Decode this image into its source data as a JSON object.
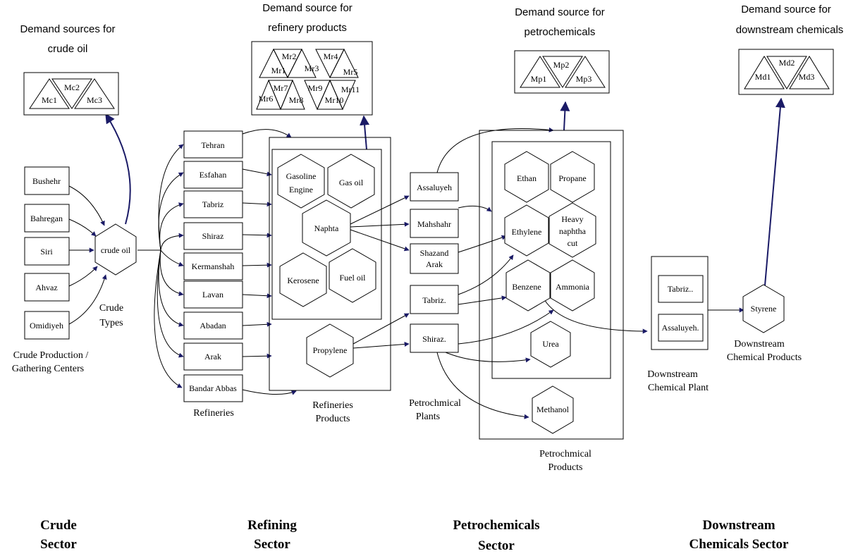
{
  "demand": {
    "crude_title": [
      "Demand sources for",
      "crude oil"
    ],
    "crude_items": [
      "Mc1",
      "Mc2",
      "Mc3"
    ],
    "refinery_title": [
      "Demand source for",
      "refinery products"
    ],
    "refinery_items": [
      "Mr1",
      "Mr2",
      "Mr3",
      "Mr4",
      "Mr5",
      "Mr6",
      "Mr7",
      "Mr8",
      "Mr9",
      "Mr10",
      "Mr11"
    ],
    "petro_title": [
      "Demand source for",
      "petrochemicals"
    ],
    "petro_items": [
      "Mp1",
      "Mp2",
      "Mp3"
    ],
    "downstream_title": [
      "Demand source for",
      "downstream chemicals"
    ],
    "downstream_items": [
      "Md1",
      "Md2",
      "Md3"
    ]
  },
  "crude": {
    "centers": [
      "Bushehr",
      "Bahregan",
      "Siri",
      "Ahvaz",
      "Omidiyeh"
    ],
    "centers_label": [
      "Crude Production /",
      "Gathering Centers"
    ],
    "hex": "crude oil",
    "types_label": [
      "Crude",
      "Types"
    ]
  },
  "refineries": {
    "items": [
      "Tehran",
      "Esfahan",
      "Tabriz",
      "Shiraz",
      "Kermanshah",
      "Lavan",
      "Abadan",
      "Arak",
      "Bandar Abbas"
    ],
    "label": "Refineries"
  },
  "refinery_products": {
    "hexes": [
      [
        "Gasoline",
        "Engine"
      ],
      [
        "Gas oil"
      ],
      [
        "Naphta"
      ],
      [
        "Kerosene"
      ],
      [
        "Fuel oil"
      ]
    ],
    "propylene": "Propylene",
    "label": [
      "Refineries",
      "Products"
    ]
  },
  "petro_plants": {
    "items": [
      [
        "Assaluyeh"
      ],
      [
        "Mahshahr"
      ],
      [
        "Shazand",
        "Arak"
      ],
      [
        "Tabriz."
      ],
      [
        "Shiraz."
      ]
    ],
    "label": [
      "Petrochmical",
      "Plants"
    ]
  },
  "petro_products": {
    "hexes": [
      [
        "Ethan"
      ],
      [
        "Propane"
      ],
      [
        "Ethylene"
      ],
      [
        "Heavy",
        "naphtha",
        "cut"
      ],
      [
        "Benzene"
      ],
      [
        "Ammonia"
      ],
      [
        "Urea"
      ],
      [
        "Methanol"
      ]
    ],
    "label": [
      "Petrochmical",
      "Products"
    ]
  },
  "downstream_plant": {
    "items": [
      "Tabriz..",
      "Assaluyeh."
    ],
    "label": [
      "Downstream",
      "Chemical Plant"
    ]
  },
  "downstream_products": {
    "hex": "Styrene",
    "label": [
      "Downstream",
      "Chemical Products"
    ]
  },
  "sectors": [
    [
      "Crude",
      "Sector"
    ],
    [
      "Refining",
      "Sector"
    ],
    [
      "Petrochemicals",
      "Sector"
    ],
    [
      "Downstream",
      "Chemicals Sector"
    ]
  ],
  "colors": {
    "arrow": "#1a1a66",
    "line": "#000000"
  }
}
